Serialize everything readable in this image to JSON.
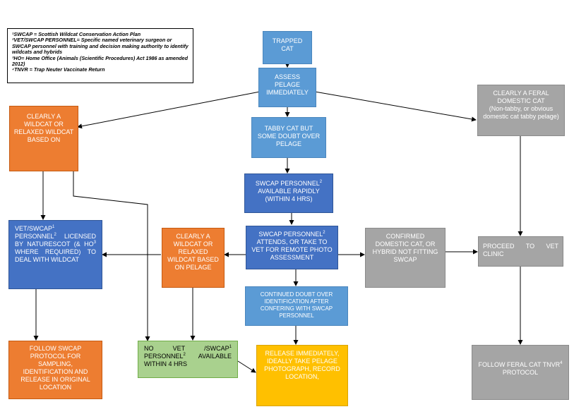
{
  "legend": {
    "line1": "¹SWCAP = Scottish Wildcat Conservation Action Plan",
    "line2": "²VET/SWCAP PERSONNEL= Specific named veterinary surgeon or SWCAP personnel with training and decision making authority to identify wildcats and hybrids",
    "line3": "³HO= Home Office (Animals (Scientific Procedures) Act 1986 as amended 2012)",
    "line4": "⁴TNVR = Trap Neuter Vaccinate Return"
  },
  "boxes": {
    "trapped_cat": "TRAPPED CAT",
    "assess_pelage": "ASSESS PELAGE IMMEDIATELY",
    "clearly_wildcat_left": "CLEARLY A WILDCAT OR RELAXED WILDCAT BASED ON",
    "tabby_doubt": "TABBY CAT BUT SOME DOUBT OVER PELAGE",
    "clearly_feral": "CLEARLY A FERAL DOMESTIC CAT",
    "clearly_feral_sub": "(Non-tabby, or obvious domestic cat tabby pelage)",
    "swcap_available_a": "SWCAP PERSONNEL",
    "swcap_available_sup": "2",
    "swcap_available_b": " AVAILABLE RAPIDLY (WITHIN 4 HRS)",
    "vet_swcap_a": "VET/SWCAP",
    "vet_swcap_sup1": "1",
    "vet_swcap_b": " PERSONNEL",
    "vet_swcap_sup2": "2",
    "vet_swcap_c": " LICENSED BY NATURESCOT (& HO",
    "vet_swcap_sup3": "3",
    "vet_swcap_d": " WHERE REQUIRED) TO DEAL WITH WILDCAT",
    "clearly_wildcat_mid": "CLEARLY A WILDCAT OR RELAXED WILDCAT BASED ON PELAGE",
    "swcap_attends_a": "SWCAP PERSONNEL",
    "swcap_attends_sup": "2",
    "swcap_attends_b": " ATTENDS, OR TAKE TO VET FOR REMOTE PHOTO ASSESSMENT",
    "confirmed_domestic": "CONFIRMED DOMESTIC CAT, OR HYBRID NOT FITTING SWCAP",
    "proceed_vet": "PROCEED TO VET CLINIC",
    "continued_doubt": "CONTINUED DOUBT OVER IDENTIFICATION AFTER CONFERING WITH SWCAP PERSONNEL",
    "follow_swcap": "FOLLOW SWCAP PROTOCOL FOR SAMPLING, IDENTIFICATION AND RELEASE IN ORIGINAL LOCATION",
    "no_vet_a": "NO VET /SWCAP",
    "no_vet_sup1": "1",
    "no_vet_b": " PERSONNEL",
    "no_vet_sup2": "2",
    "no_vet_c": " AVAILABLE WITHIN 4 HRS",
    "release": "RELEASE IMMEDIATELY, IDEALLY TAKE PELAGE PHOTOGRAPH, RECORD LOCATION,",
    "follow_feral_a": "FOLLOW FERAL CAT TNVR",
    "follow_feral_sup": "4",
    "follow_feral_b": " PROTOCOL"
  },
  "colors": {
    "light_blue": "#5b9bd5",
    "dark_blue": "#4472c4",
    "orange": "#ed7d31",
    "gray": "#a5a5a5",
    "green": "#a9d18e",
    "yellow": "#ffc000"
  }
}
